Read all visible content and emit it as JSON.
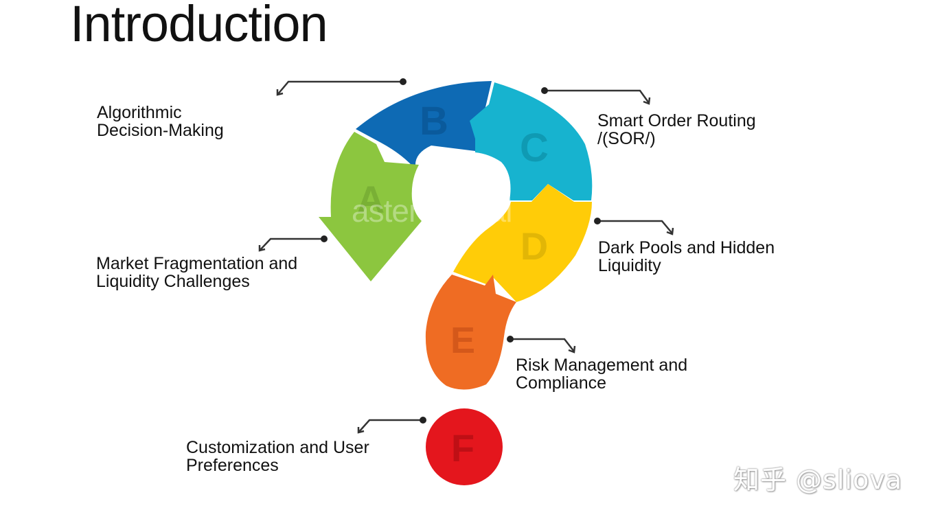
{
  "title": "Introduction",
  "segments": {
    "a": {
      "letter": "A",
      "color": "#8cc63f"
    },
    "b": {
      "letter": "B",
      "color": "#0e6ab4"
    },
    "c": {
      "letter": "C",
      "color": "#17b3cf"
    },
    "d": {
      "letter": "D",
      "color": "#ffcc08"
    },
    "e": {
      "letter": "E",
      "color": "#ef6c23"
    },
    "f": {
      "letter": "F",
      "color": "#e4161d"
    }
  },
  "labels": {
    "a": [
      "Algorithmic",
      "Decision-Making"
    ],
    "b": [
      "Market Fragmentation and",
      "Liquidity Challenges"
    ],
    "c": [
      "Smart Order Routing",
      "/(SOR/)"
    ],
    "d": [
      "Dark Pools and Hidden",
      "Liquidity"
    ],
    "e": [
      "Risk Management and",
      "Compliance"
    ],
    "f": [
      "Customization and User",
      "Preferences"
    ]
  },
  "background_watermark": "asterCapital",
  "corner_watermark": "知乎 @sliova"
}
